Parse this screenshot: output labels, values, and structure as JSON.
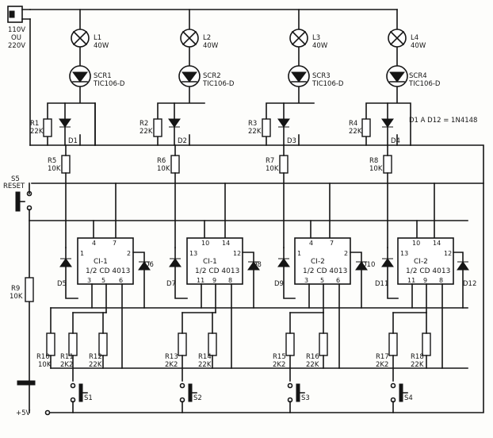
{
  "mains": {
    "line1": "110V",
    "line2": "OU",
    "line3": "220V"
  },
  "lamps": [
    {
      "ref": "L1",
      "rating": "40W"
    },
    {
      "ref": "L2",
      "rating": "40W"
    },
    {
      "ref": "L3",
      "rating": "40W"
    },
    {
      "ref": "L4",
      "rating": "40W"
    }
  ],
  "scrs": [
    {
      "ref": "SCR1",
      "part": "TIC106-D"
    },
    {
      "ref": "SCR2",
      "part": "TIC106-D"
    },
    {
      "ref": "SCR3",
      "part": "TIC106-D"
    },
    {
      "ref": "SCR4",
      "part": "TIC106-D"
    }
  ],
  "gate_resistors": [
    {
      "ref": "R1",
      "value": "22K"
    },
    {
      "ref": "R2",
      "value": "22K"
    },
    {
      "ref": "R3",
      "value": "22K"
    },
    {
      "ref": "R4",
      "value": "22K"
    }
  ],
  "gate_diodes": [
    "D1",
    "D2",
    "D3",
    "D4"
  ],
  "series_resistors": [
    {
      "ref": "R5",
      "value": "10K"
    },
    {
      "ref": "R6",
      "value": "10K"
    },
    {
      "ref": "R7",
      "value": "10K"
    },
    {
      "ref": "R8",
      "value": "10K"
    }
  ],
  "diode_note": "D1 A D12 = 1N4148",
  "reset": {
    "ref": "S5",
    "label": "RESET"
  },
  "ics": [
    {
      "title": "CI-1",
      "part": "1/2 CD 4013",
      "pin_tl": "4",
      "pin_tr": "7",
      "pin_l": "1",
      "pin_r": "2",
      "pin_b1": "3",
      "pin_b2": "5",
      "pin_b3": "6"
    },
    {
      "title": "CI-1",
      "part": "1/2 CD 4013",
      "pin_tl": "10",
      "pin_tr": "14",
      "pin_l": "13",
      "pin_r": "12",
      "pin_b1": "11",
      "pin_b2": "9",
      "pin_b3": "8"
    },
    {
      "title": "CI-2",
      "part": "1/2 CD 4013",
      "pin_tl": "4",
      "pin_tr": "7",
      "pin_l": "1",
      "pin_r": "2",
      "pin_b1": "3",
      "pin_b2": "5",
      "pin_b3": "6"
    },
    {
      "title": "CI-2",
      "part": "1/2 CD 4013",
      "pin_tl": "10",
      "pin_tr": "14",
      "pin_l": "13",
      "pin_r": "12",
      "pin_b1": "11",
      "pin_b2": "9",
      "pin_b3": "8"
    }
  ],
  "input_diodes": [
    "D5",
    "D7",
    "D9",
    "D11"
  ],
  "reset_diodes": [
    "D6",
    "D8",
    "D10",
    "D12"
  ],
  "r9": {
    "ref": "R9",
    "value": "10K"
  },
  "pulldowns": [
    {
      "ref": "R10",
      "value": "10K"
    },
    {
      "ref": "R13",
      "value": "2K2"
    },
    {
      "ref": "R15",
      "value": "2K2"
    },
    {
      "ref": "R17",
      "value": "2K2"
    }
  ],
  "bottom_left": [
    {
      "ref": "R11",
      "value": "2K2"
    },
    {
      "ref": "R14",
      "value": "22K"
    },
    {
      "ref": "R16",
      "value": "22K"
    },
    {
      "ref": "R18",
      "value": "22K"
    }
  ],
  "bottom_right": [
    {
      "ref": "R12",
      "value": "22K"
    }
  ],
  "switches": [
    "S1",
    "S2",
    "S3",
    "S4"
  ],
  "supply": "+5V"
}
